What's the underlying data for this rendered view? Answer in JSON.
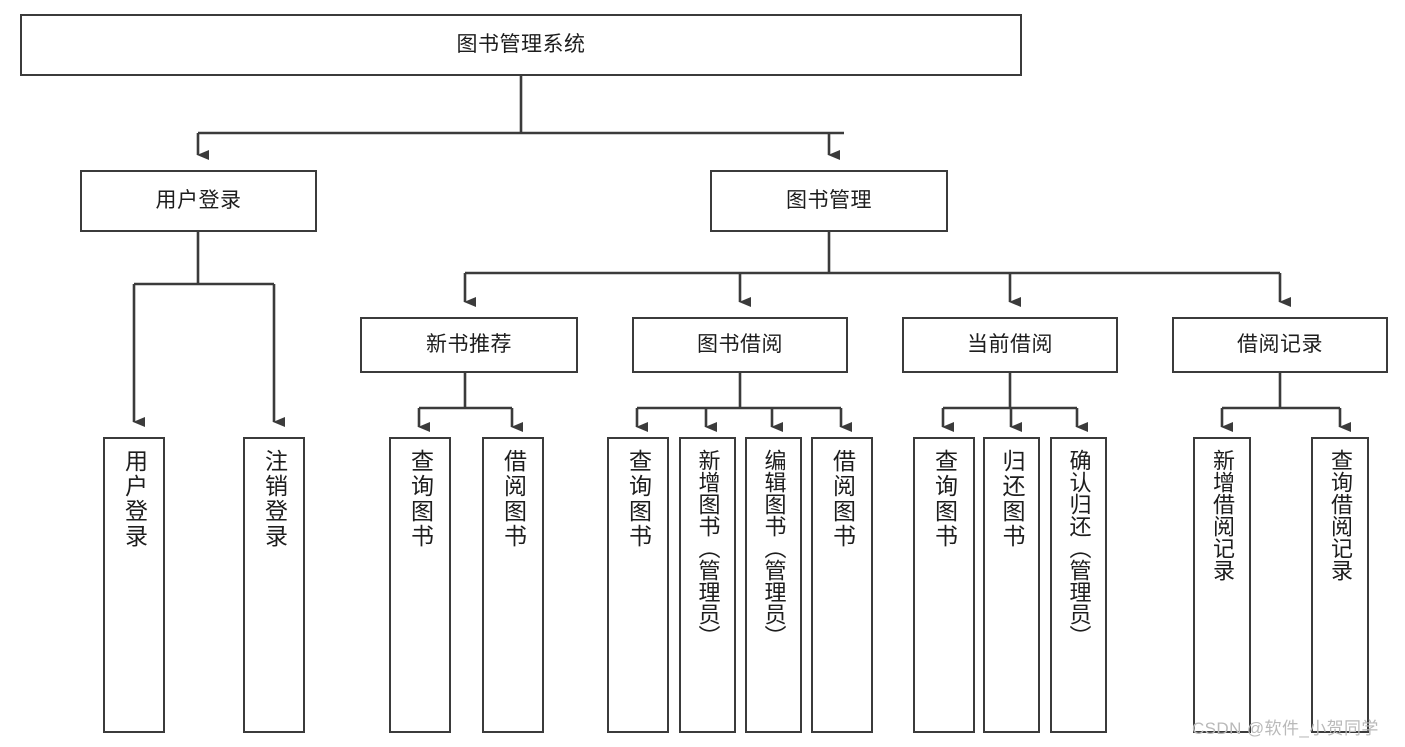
{
  "diagram": {
    "type": "tree",
    "title": "图书管理系统",
    "root": {
      "id": "root",
      "label": "图书管理系统"
    },
    "level2": [
      {
        "id": "user-login",
        "label": "用户登录"
      },
      {
        "id": "book-manage",
        "label": "图书管理"
      }
    ],
    "level3": [
      {
        "id": "new-book-recommend",
        "label": "新书推荐",
        "parent": "book-manage"
      },
      {
        "id": "book-borrow",
        "label": "图书借阅",
        "parent": "book-manage"
      },
      {
        "id": "current-borrow",
        "label": "当前借阅",
        "parent": "book-manage"
      },
      {
        "id": "borrow-record",
        "label": "借阅记录",
        "parent": "book-manage"
      }
    ],
    "leaves": [
      {
        "id": "leaf-user-login",
        "label": "用户登录",
        "parent": "user-login"
      },
      {
        "id": "leaf-user-logout",
        "label": "注销登录",
        "parent": "user-login"
      },
      {
        "id": "leaf-query-book-1",
        "label": "查询图书",
        "parent": "new-book-recommend"
      },
      {
        "id": "leaf-borrow-book-1",
        "label": "借阅图书",
        "parent": "new-book-recommend"
      },
      {
        "id": "leaf-query-book-2",
        "label": "查询图书",
        "parent": "book-borrow"
      },
      {
        "id": "leaf-add-book",
        "label": "新增图书（管理员）",
        "parent": "book-borrow"
      },
      {
        "id": "leaf-edit-book",
        "label": "编辑图书（管理员）",
        "parent": "book-borrow"
      },
      {
        "id": "leaf-borrow-book-2",
        "label": "借阅图书",
        "parent": "book-borrow"
      },
      {
        "id": "leaf-query-book-3",
        "label": "查询图书",
        "parent": "current-borrow"
      },
      {
        "id": "leaf-return-book",
        "label": "归还图书",
        "parent": "current-borrow"
      },
      {
        "id": "leaf-confirm-return",
        "label": "确认归还（管理员）",
        "parent": "current-borrow"
      },
      {
        "id": "leaf-add-record",
        "label": "新增借阅记录",
        "parent": "borrow-record"
      },
      {
        "id": "leaf-query-record",
        "label": "查询借阅记录",
        "parent": "borrow-record"
      }
    ],
    "colors": {
      "stroke": "#3b3b3b",
      "fill": "#ffffff",
      "text": "#1d1d1d",
      "watermark": "#b9b9b9"
    }
  },
  "watermark": {
    "text": "CSDN @软件_小贺同学"
  }
}
